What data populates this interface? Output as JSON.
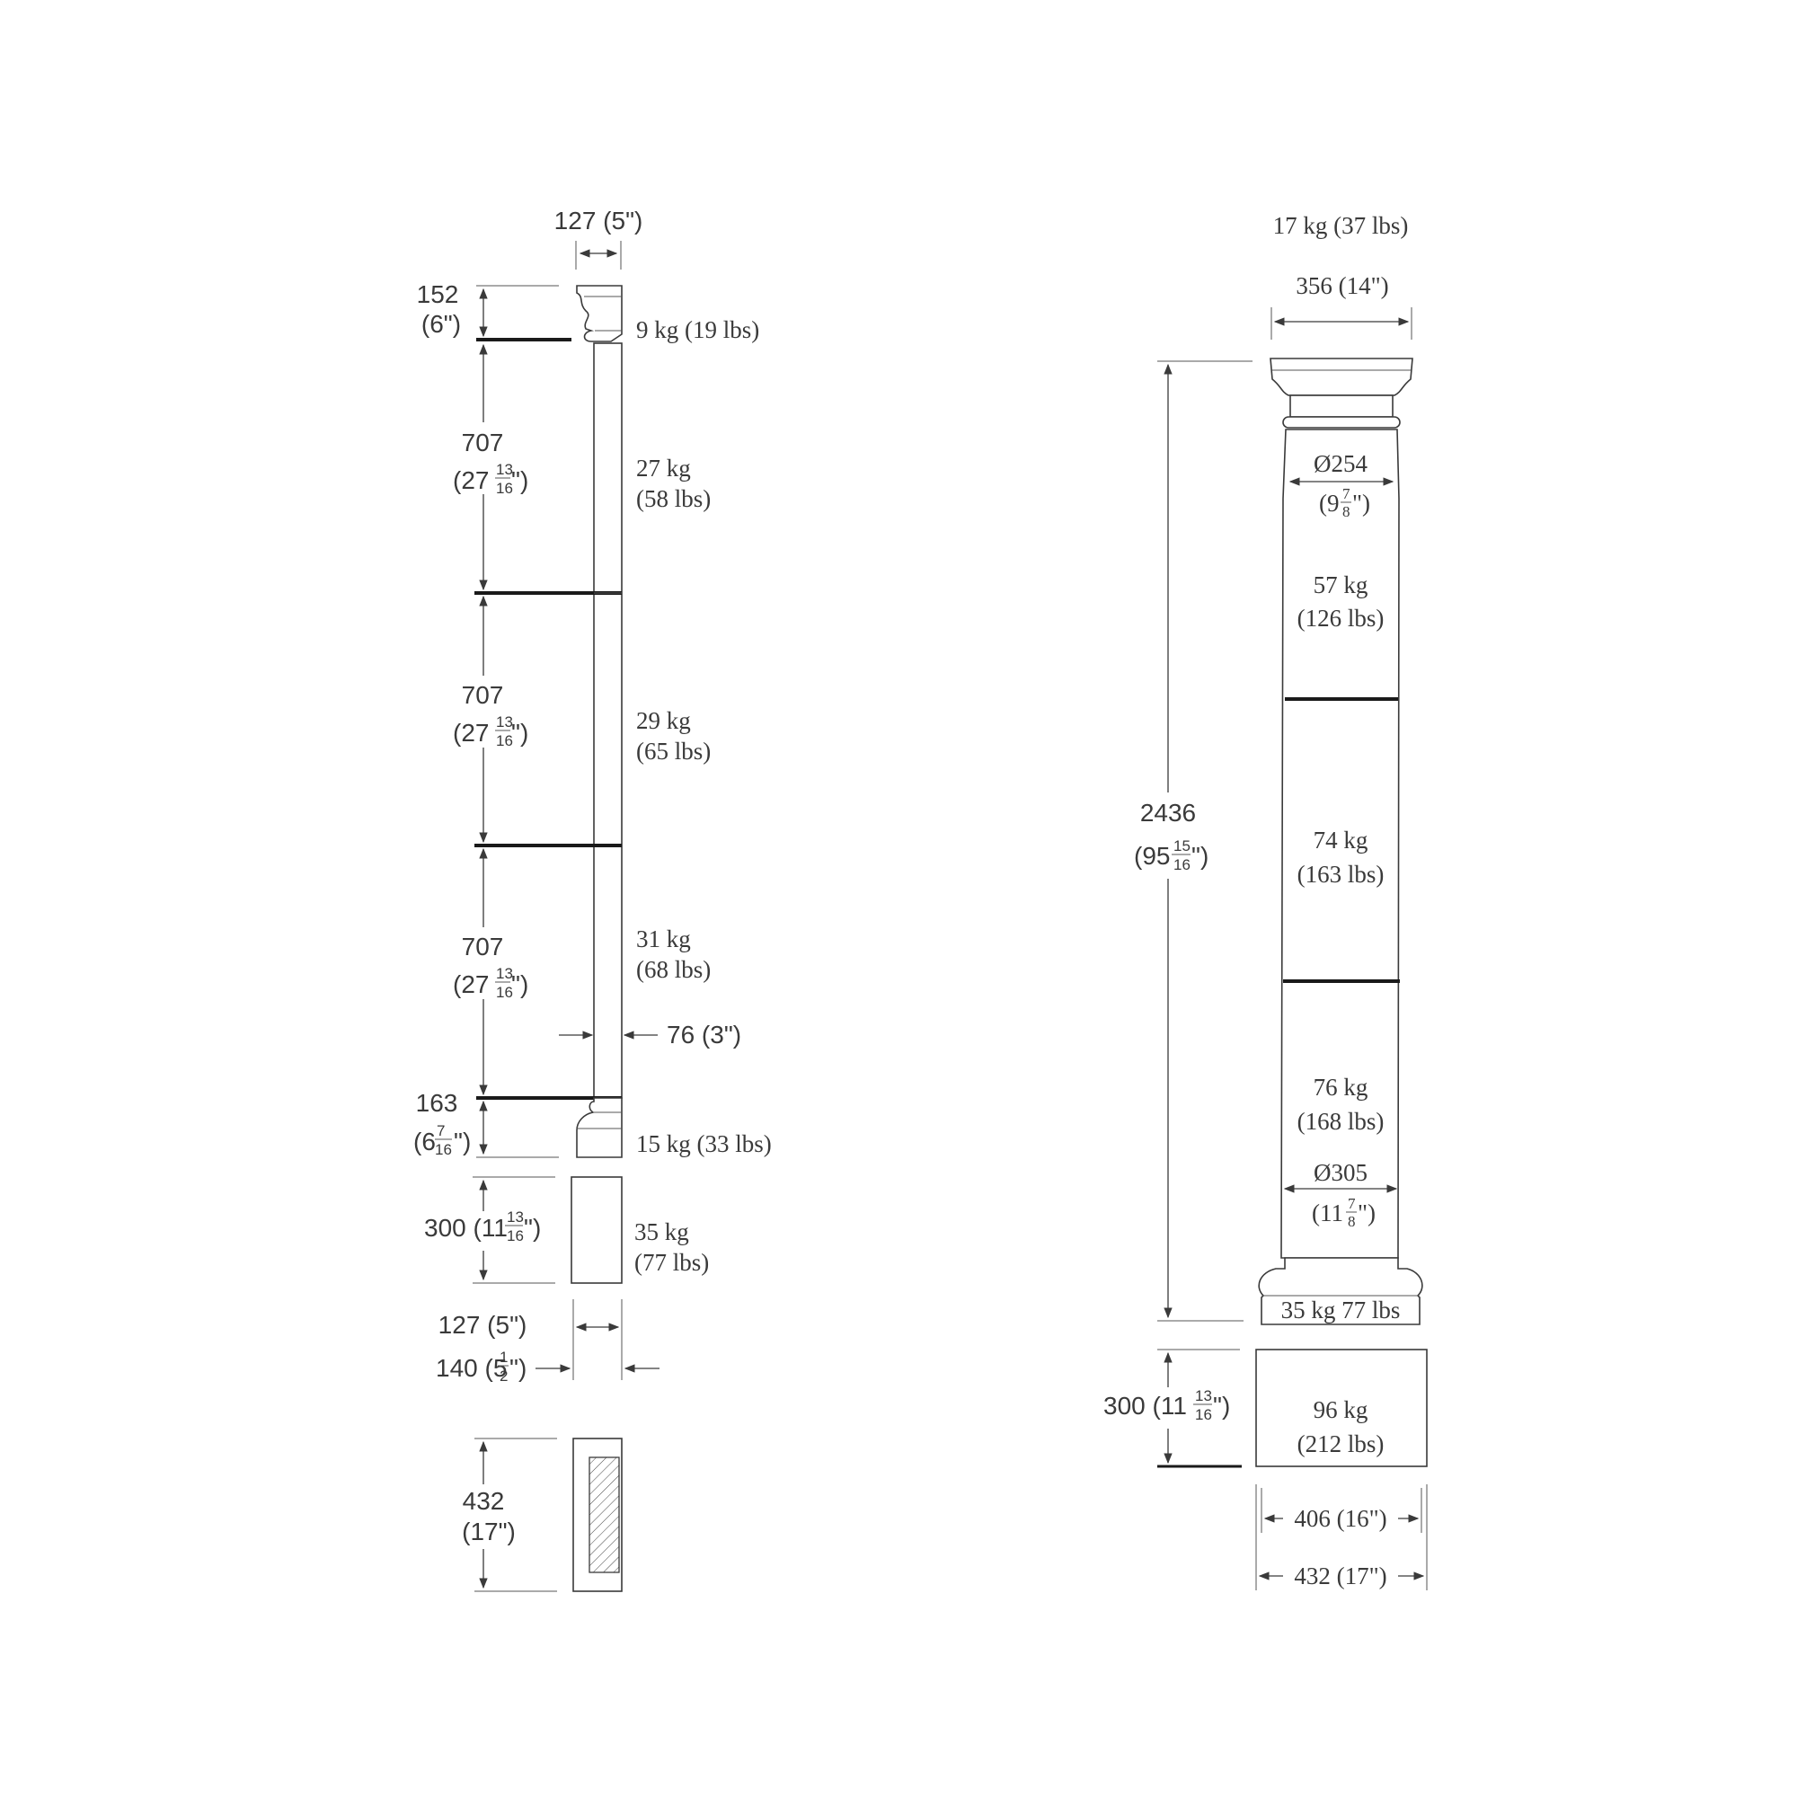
{
  "left_elevation": {
    "top_width": {
      "main": "127 (5\")"
    },
    "capital_height": {
      "main": "152",
      "sub": "(6\")"
    },
    "capital_weight": "9 kg  (19 lbs)",
    "segments": [
      {
        "height": "707",
        "height_sub": {
          "whole": "(27",
          "num": "13",
          "den": "16",
          "close": "\")"
        },
        "weight": "27 kg",
        "weight_lbs": "(58 lbs)"
      },
      {
        "height": "707",
        "height_sub": {
          "whole": "(27",
          "num": "13",
          "den": "16",
          "close": "\")"
        },
        "weight": "29 kg",
        "weight_lbs": "(65 lbs)"
      },
      {
        "height": "707",
        "height_sub": {
          "whole": "(27",
          "num": "13",
          "den": "16",
          "close": "\")"
        },
        "weight": "31 kg",
        "weight_lbs": "(68 lbs)"
      }
    ],
    "shaft_depth": "76 (3\")",
    "base_height": {
      "main": "163",
      "sub": {
        "whole": "(6",
        "num": "7",
        "den": "16",
        "close": "\")"
      }
    },
    "base_weight": "15 kg  (33 lbs)",
    "plinth_height": {
      "main": "300 (11",
      "num": "13",
      "den": "16",
      "close": "\")"
    },
    "plinth_weight": "35 kg",
    "plinth_weight_lbs": "(77 lbs)",
    "plinth_width_inner": "127 (5\")",
    "plinth_width_outer": {
      "main": "140 (5",
      "num": "1",
      "den": "2",
      "close": "\")"
    },
    "pedestal_height": {
      "main": "432",
      "sub": "(17\")"
    }
  },
  "right_elevation": {
    "capital_weight": "17 kg  (37 lbs)",
    "capital_width": "356 (14\")",
    "top_diameter": {
      "main": "Ø254",
      "whole": "(9",
      "num": "7",
      "den": "8",
      "close": "\")"
    },
    "overall_height": {
      "main": "2436",
      "whole": "(95",
      "num": "15",
      "den": "16",
      "close": "\")"
    },
    "segments": [
      {
        "weight": "57 kg",
        "weight_lbs": "(126 lbs)"
      },
      {
        "weight": "74 kg",
        "weight_lbs": "(163 lbs)"
      },
      {
        "weight": "76 kg",
        "weight_lbs": "(168 lbs)"
      }
    ],
    "bottom_diameter": {
      "main": "Ø305",
      "whole": "(11",
      "num": "7",
      "den": "8",
      "close": "\")"
    },
    "base_weight": "35 kg  77 lbs",
    "plinth_height": {
      "main": "300 (11",
      "num": "13",
      "den": "16",
      "close": "\")"
    },
    "plinth_weight": "96 kg",
    "plinth_weight_lbs": "(212 lbs)",
    "plinth_width_inner": "406 (16\")",
    "plinth_width_outer": "432 (17\")"
  }
}
